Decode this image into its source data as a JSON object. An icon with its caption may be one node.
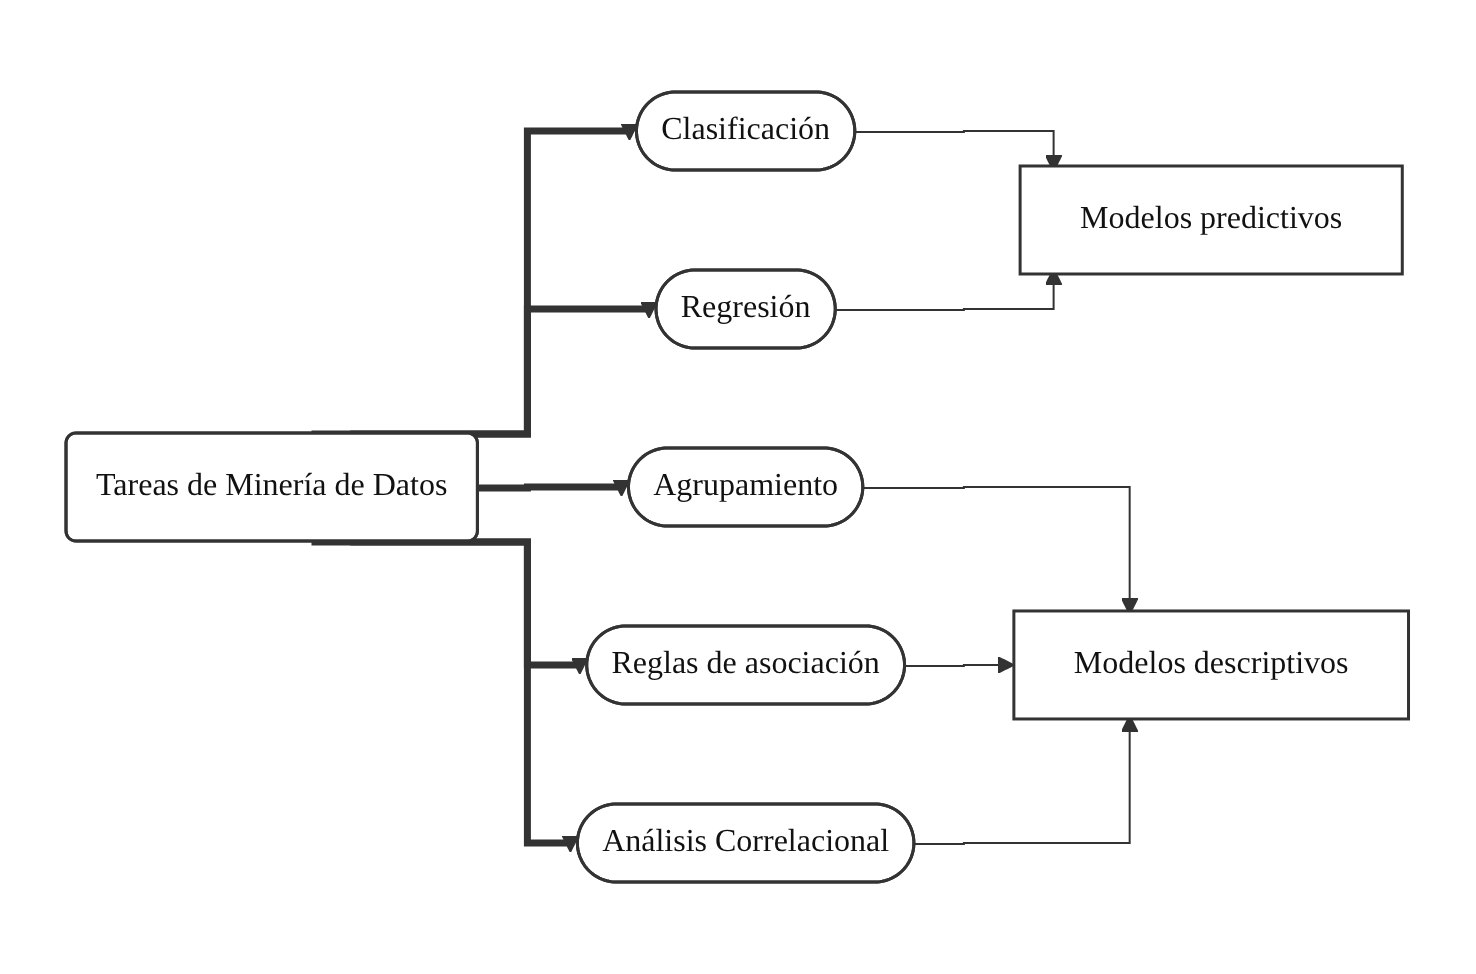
{
  "diagram": {
    "nodes": [
      {
        "text": [
          "Tareas de Minería de Datos"
        ]
      },
      {
        "text": [
          "Clasificación"
        ]
      },
      {
        "text": [
          "Regresión"
        ]
      },
      {
        "text": [
          "Agrupamiento"
        ]
      },
      {
        "text": [
          "Reglas de asociación"
        ]
      },
      {
        "text": [
          "Análisis Correlacional"
        ]
      },
      {
        "text": [
          "Modelos predictivos"
        ]
      },
      {
        "text": [
          "Modelos descriptivos"
        ]
      }
    ],
    "edges": [
      {
        "from": 0,
        "to": 1,
        "arrow": "to",
        "style": "thick"
      },
      {
        "from": 0,
        "to": 2,
        "arrow": "to",
        "style": "thick"
      },
      {
        "from": 0,
        "to": 3,
        "arrow": "to",
        "style": "thick"
      },
      {
        "from": 0,
        "to": 4,
        "arrow": "to",
        "style": "thick"
      },
      {
        "from": 0,
        "to": 5,
        "arrow": "to",
        "style": "thick"
      },
      {
        "from": 1,
        "to": 6,
        "arrow": "to"
      },
      {
        "from": 2,
        "to": 6,
        "arrow": "to"
      },
      {
        "from": 3,
        "to": 7,
        "arrow": "to"
      },
      {
        "from": 4,
        "to": 7,
        "arrow": "to"
      },
      {
        "from": 5,
        "to": 7,
        "arrow": "to"
      }
    ]
  }
}
